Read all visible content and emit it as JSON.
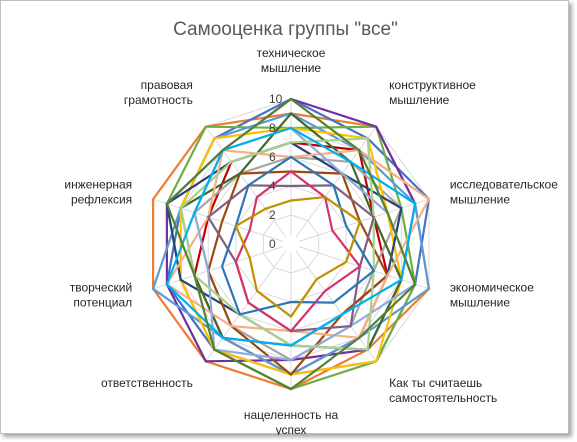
{
  "chart_data": {
    "type": "radar",
    "title": "Самооценка группы \"все\"",
    "axes": [
      [
        "техническое",
        "мышление"
      ],
      [
        "конструктивное",
        "мышление"
      ],
      [
        "исследовательское",
        "мышление"
      ],
      [
        "экономическое",
        "мышление"
      ],
      [
        "Как ты считаешь",
        "самостоятельность"
      ],
      [
        "нацеленность на",
        "успех"
      ],
      [
        "ответственность"
      ],
      [
        "творческий",
        "потенциал"
      ],
      [
        "инженерная",
        "рефлексия"
      ],
      [
        "правовая",
        "грамотность"
      ]
    ],
    "rlim": [
      0,
      10
    ],
    "ticks": [
      0,
      2,
      4,
      6,
      8,
      10
    ],
    "tick_labels": [
      "0",
      "2",
      "4",
      "6",
      "8",
      "10"
    ],
    "legend": "none",
    "series": [
      {
        "color": "#ED7D31",
        "values": [
          9,
          10,
          9,
          10,
          9,
          10,
          10,
          10,
          10,
          10
        ]
      },
      {
        "color": "#4472C4",
        "values": [
          10,
          9,
          10,
          9,
          10,
          9,
          9,
          9,
          8,
          9
        ]
      },
      {
        "color": "#70AD47",
        "values": [
          8,
          10,
          8,
          9,
          10,
          10,
          9,
          8,
          9,
          10
        ]
      },
      {
        "color": "#7030A0",
        "values": [
          10,
          10,
          9,
          8,
          9,
          8,
          10,
          9,
          9,
          8
        ]
      },
      {
        "color": "#C00000",
        "values": [
          7,
          8,
          6,
          7,
          8,
          9,
          8,
          7,
          6,
          7
        ]
      },
      {
        "color": "#5B9BD5",
        "values": [
          9,
          8,
          9,
          10,
          8,
          9,
          8,
          10,
          8,
          9
        ]
      },
      {
        "color": "#A5A5A5",
        "values": [
          6,
          7,
          8,
          6,
          7,
          8,
          7,
          6,
          7,
          6
        ]
      },
      {
        "color": "#FFC000",
        "values": [
          8,
          9,
          7,
          8,
          10,
          9,
          9,
          8,
          8,
          9
        ]
      },
      {
        "color": "#264478",
        "values": [
          7,
          6,
          8,
          7,
          6,
          7,
          6,
          8,
          9,
          7
        ]
      },
      {
        "color": "#9E480E",
        "values": [
          5,
          6,
          5,
          7,
          6,
          9,
          7,
          6,
          5,
          6
        ]
      },
      {
        "color": "#43682B",
        "values": [
          9,
          7,
          6,
          8,
          9,
          7,
          8,
          7,
          8,
          6
        ]
      },
      {
        "color": "#F4B183",
        "values": [
          6,
          8,
          10,
          7,
          8,
          6,
          7,
          9,
          6,
          8
        ]
      },
      {
        "color": "#8FAADC",
        "values": [
          8,
          6,
          7,
          9,
          7,
          8,
          9,
          6,
          7,
          8
        ]
      },
      {
        "color": "#A9D18E",
        "values": [
          7,
          9,
          6,
          6,
          9,
          7,
          6,
          7,
          8,
          7
        ]
      },
      {
        "color": "#7F6084",
        "values": [
          4,
          5,
          6,
          5,
          7,
          6,
          5,
          4,
          6,
          5
        ]
      },
      {
        "color": "#D6336C",
        "values": [
          5,
          4,
          3,
          5,
          4,
          6,
          5,
          4,
          3,
          4
        ]
      },
      {
        "color": "#2E75B6",
        "values": [
          6,
          5,
          4,
          6,
          5,
          4,
          6,
          5,
          4,
          5
        ]
      },
      {
        "color": "#BF9000",
        "values": [
          3,
          4,
          5,
          4,
          3,
          5,
          4,
          3,
          4,
          3
        ]
      },
      {
        "color": "#00B0F0",
        "values": [
          8,
          7,
          9,
          8,
          6,
          7,
          8,
          9,
          7,
          8
        ]
      },
      {
        "color": "#548235",
        "values": [
          10,
          8,
          7,
          9,
          8,
          10,
          9,
          7,
          9,
          8
        ]
      }
    ]
  }
}
